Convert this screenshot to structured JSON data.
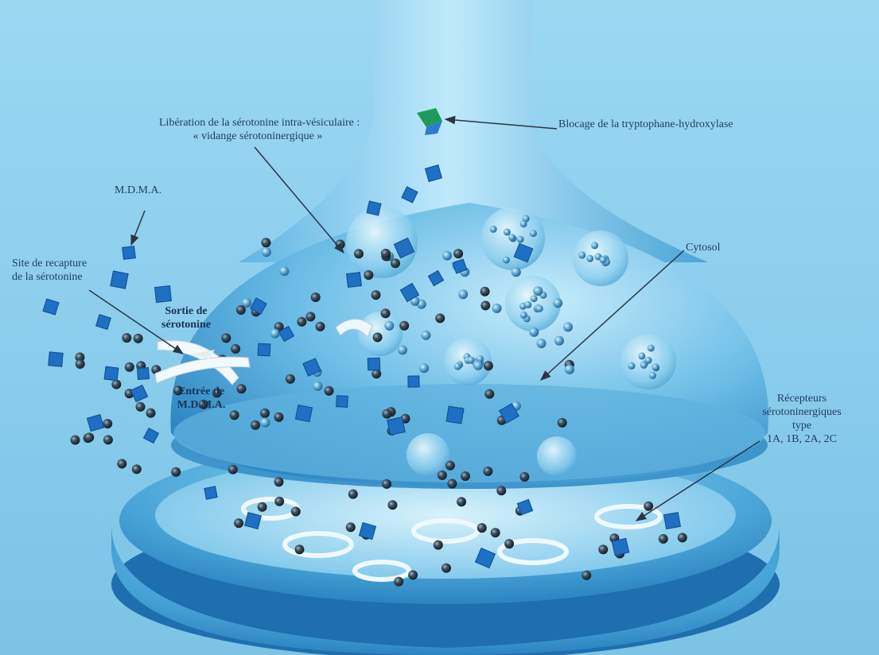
{
  "labels": {
    "liberation": [
      "Libération de la sérotonine intra-vésiculaire :",
      "« vidange sérotoninergique »"
    ],
    "blocage": "Blocage de la tryptophane-hydroxylase",
    "mdma": "M.D.M.A.",
    "site_recapture": [
      "Site de recapture",
      "de la sérotonine"
    ],
    "cytosol": "Cytosol",
    "sortie": [
      "Sortie de",
      "sérotonine"
    ],
    "entree": [
      "Entrée de",
      "M.D.M.A."
    ],
    "recepteurs": [
      "Récepteurs",
      "sérotoninergiques",
      "type",
      "1A, 1B, 2A, 2C"
    ]
  },
  "colors": {
    "background": "#8fd0ec",
    "membrane": "#4aa6d8",
    "serotonin_sphere": "#2f3e4c",
    "mdma_cube": "#1f6fc2",
    "blocked_enzyme": "#1f9a5a",
    "arrow": "#2a3644"
  }
}
